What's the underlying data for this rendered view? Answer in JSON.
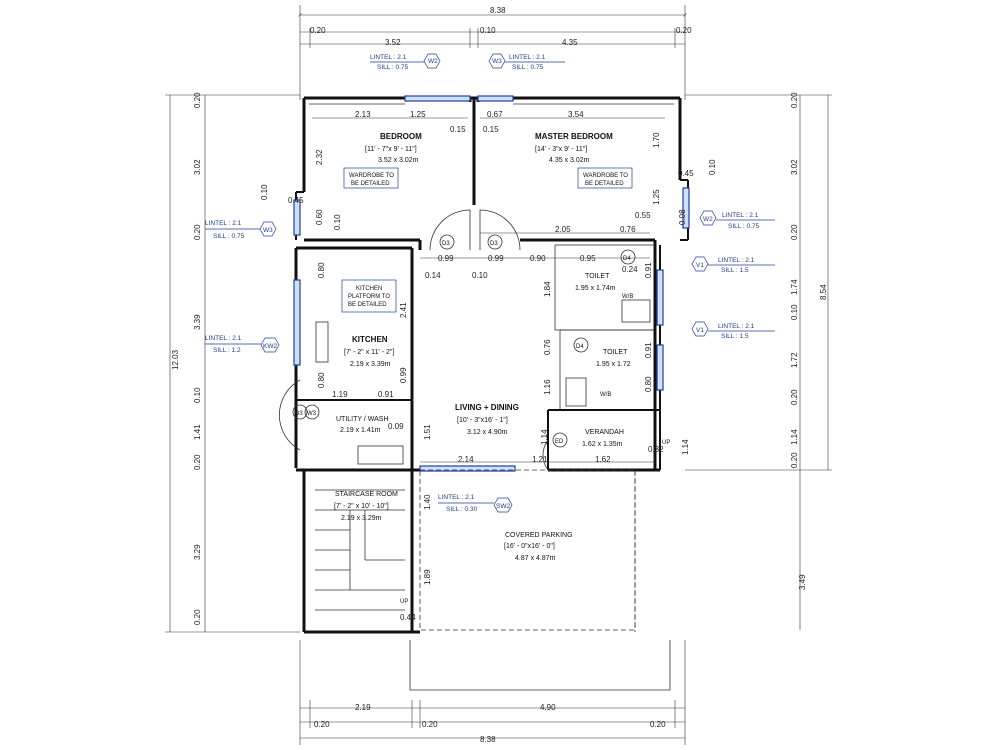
{
  "overall": {
    "width_top": "8.38",
    "width_bottom": "8.38",
    "height_left": "12.03",
    "height_right": "8.54",
    "parking_height": "3.49"
  },
  "top_dims": {
    "edge_left": "0.20",
    "left": "3.52",
    "mid": "0.10",
    "right": "4.35",
    "edge_right": "0.20"
  },
  "bottom_dims": {
    "edge_left": "0.20",
    "left": "2.19",
    "mid": "0.20",
    "right": "4.90",
    "edge_right": "0.20"
  },
  "left_dims": [
    "0.20",
    "3.02",
    "0.20",
    "3.39",
    "0.10",
    "1.41",
    "0.20",
    "3.29",
    "0.20"
  ],
  "right_dims": [
    "0.20",
    "3.02",
    "0.20",
    "1.74",
    "0.10",
    "1.72",
    "0.20",
    "1.14",
    "0.20"
  ],
  "rooms": {
    "bedroom": {
      "name": "BEDROOM",
      "imperial": "[11' - 7\"x 9' - 11\"]",
      "metric": "3.52 x 3.02m",
      "note1": "WARDROBE TO",
      "note2": "BE DETAILED"
    },
    "master": {
      "name": "MASTER BEDROOM",
      "imperial": "[14' - 3\"x 9' - 11\"]",
      "metric": "4.35 x 3.02m",
      "note1": "WARDROBE TO",
      "note2": "BE DETAILED"
    },
    "kitchen": {
      "name": "KITCHEN",
      "imperial": "[7' - 2\" x 11' - 2\"]",
      "metric": "2.19 x 3.39m",
      "note1": "KITCHEN",
      "note2": "PLATFORM TO",
      "note3": "BE DETAILED"
    },
    "utility": {
      "name": "UTILITY / WASH",
      "metric": "2.19 x 1.41m"
    },
    "living": {
      "name": "LIVING + DINING",
      "imperial": "[10' - 3\"x16' - 1\"]",
      "metric": "3.12 x 4.90m"
    },
    "toilet1": {
      "name": "TOILET",
      "metric": "1.95 x 1.74m",
      "wb": "W/B"
    },
    "toilet2": {
      "name": "TOILET",
      "metric": "1.95 x 1.72",
      "wb": "W/B"
    },
    "verandah": {
      "name": "VERANDAH",
      "metric": "1.62 x 1.35m"
    },
    "staircase": {
      "name": "STAIRCASE ROOM",
      "imperial": "[7' - 2\" x 10' - 10\"]",
      "metric": "2.19 x 3.29m"
    },
    "parking": {
      "name": "COVERED PARKING",
      "imperial": "[16' - 0\"x16' - 0\"]",
      "metric": "4.87 x 4.87m"
    }
  },
  "inner_dims": {
    "bed_w": "2.13",
    "w2_gap": "1.25",
    "pier1": "0.15",
    "pier2": "0.15",
    "mw_gap": "0.67",
    "master_w": "3.54",
    "bed_h": "2.32",
    "master_h": "1.70",
    "left_045": "0.45",
    "left_010": "0.10",
    "left_060": "0.60",
    "left_010b": "0.10",
    "right_045": "0.45",
    "right_010": "0.10",
    "master_125": "1.25",
    "master_055": "0.55",
    "master_008": "0.08",
    "hall_205": "2.05",
    "hall_076": "0.76",
    "d099a": "0.99",
    "d099b": "0.99",
    "d090": "0.90",
    "d095": "0.95",
    "d014": "0.14",
    "d010": "0.10",
    "d024": "0.24",
    "k080": "0.80",
    "k241": "2.41",
    "k080b": "0.80",
    "k099": "0.99",
    "k119": "1.19",
    "k091": "0.91",
    "u009": "0.09",
    "liv151": "1.51",
    "liv184": "1.84",
    "liv076": "0.76",
    "liv116": "1.16",
    "liv114": "1.14",
    "liv214": "2.14",
    "liv121": "1.21",
    "ver162": "1.62",
    "ver032": "0.32",
    "t091": "0.91",
    "t091b": "0.91",
    "t080": "0.80",
    "s140": "1.40",
    "s189": "1.89",
    "s044": "0.44",
    "v114": "1.14"
  },
  "tags": {
    "w2_top": {
      "code": "W2",
      "lintel": "LINTEL : 2.1",
      "sill": "SILL : 0.75"
    },
    "w3_top": {
      "code": "W3",
      "lintel": "LINTEL : 2.1",
      "sill": "SILL : 0.75"
    },
    "w3_left": {
      "code": "W3",
      "lintel": "LINTEL : 2.1",
      "sill": "SILL : 0.75"
    },
    "w2_right": {
      "code": "W2",
      "lintel": "LINTEL : 2.1",
      "sill": "SILL : 0.75"
    },
    "kw2": {
      "code": "KW2",
      "lintel": "LINTEL : 2.1",
      "sill": "SILL : 1.2"
    },
    "v1a": {
      "code": "V1",
      "lintel": "LINTEL : 2.1",
      "sill": "SILL : 1.5"
    },
    "v1b": {
      "code": "V1",
      "lintel": "LINTEL : 2.1",
      "sill": "SILL : 1.5"
    },
    "sw2": {
      "code": "SW2",
      "lintel": "LINTEL : 2.1",
      "sill": "SILL : 0.30"
    }
  },
  "doors": {
    "d3a": "D3",
    "d3b": "D3",
    "d4a": "D4",
    "d4b": "D4",
    "d3c": "D3",
    "w3c": "W3",
    "ed": "ED"
  },
  "misc": {
    "up1": "UP",
    "up2": "UP"
  }
}
